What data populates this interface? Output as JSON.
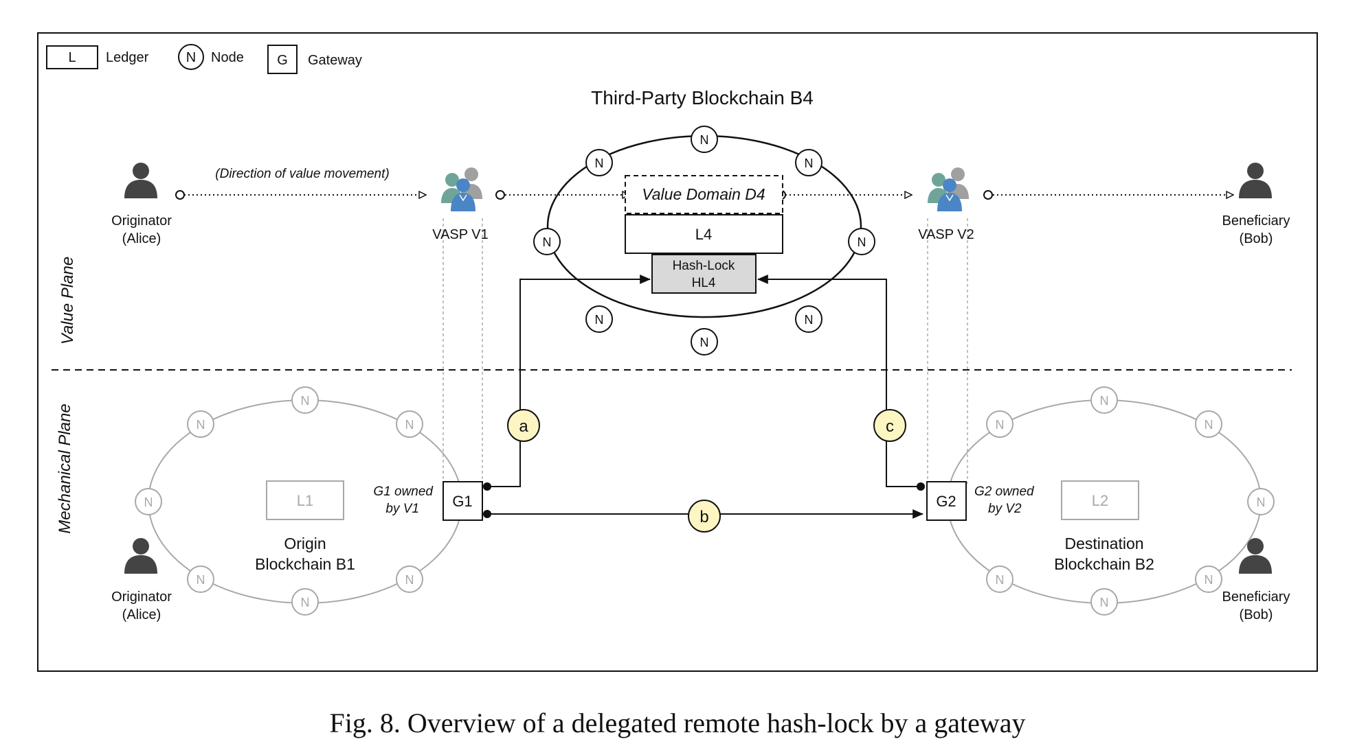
{
  "legend": {
    "ledger_symbol": "L",
    "ledger_label": "Ledger",
    "node_symbol": "N",
    "node_label": "Node",
    "gateway_symbol": "G",
    "gateway_label": "Gateway"
  },
  "value_plane": {
    "label": "Value Plane",
    "third_party_title": "Third-Party Blockchain B4",
    "direction_label": "(Direction of value movement)",
    "originator": {
      "line1": "Originator",
      "line2": "(Alice)"
    },
    "beneficiary": {
      "line1": "Beneficiary",
      "line2": "(Bob)"
    },
    "vasp_v1": "VASP V1",
    "vasp_v2": "VASP V2",
    "value_domain": "Value Domain D4",
    "ledger_l4": "L4",
    "hash_lock": {
      "line1": "Hash-Lock",
      "line2": "HL4"
    },
    "node_symbol": "N"
  },
  "mechanical_plane": {
    "label": "Mechanical Plane",
    "origin_chain": {
      "line1": "Origin",
      "line2": "Blockchain B1",
      "ledger": "L1"
    },
    "dest_chain": {
      "line1": "Destination",
      "line2": "Blockchain B2",
      "ledger": "L2"
    },
    "gateway_g1": "G1",
    "gateway_g2": "G2",
    "g1_owner": {
      "line1": "G1 owned",
      "line2": "by V1"
    },
    "g2_owner": {
      "line1": "G2 owned",
      "line2": "by V2"
    },
    "originator": {
      "line1": "Originator",
      "line2": "(Alice)"
    },
    "beneficiary": {
      "line1": "Beneficiary",
      "line2": "(Bob)"
    }
  },
  "flows": {
    "a": "a",
    "b": "b",
    "c": "c"
  },
  "caption": "Fig. 8.  Overview of a delegated remote hash-lock by a gateway",
  "colors": {
    "badge_fill": "#fdf6c3",
    "hashlock_fill": "#d9d9d9",
    "person": "#444444",
    "vasp_teal": "#6fa598",
    "vasp_blue": "#4a86c5",
    "vasp_gray": "#a0a0a0",
    "faded": "#a8a8a8"
  }
}
